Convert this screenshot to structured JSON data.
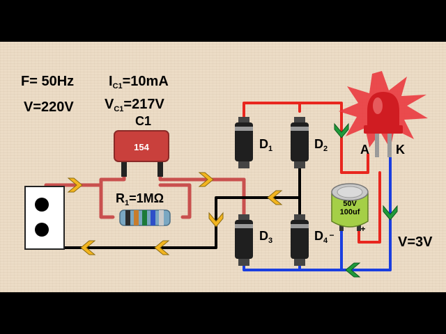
{
  "params": {
    "frequency": "F= 50Hz",
    "voltage_in": "V=220V",
    "ic1_prefix": "I",
    "ic1_sub": "C1",
    "ic1_value": "=10mA",
    "vc1_prefix": "V",
    "vc1_sub": "C1",
    "vc1_value": "=217V"
  },
  "capacitor": {
    "ref": "C1",
    "code": "154",
    "color": "#c9403c"
  },
  "resistor": {
    "ref_prefix": "R",
    "ref_sub": "1",
    "value": "=1MΩ"
  },
  "diodes": [
    {
      "ref": "D",
      "sub": "1"
    },
    {
      "ref": "D",
      "sub": "2"
    },
    {
      "ref": "D",
      "sub": "3"
    },
    {
      "ref": "D",
      "sub": "4"
    }
  ],
  "electrolytic": {
    "voltage": "50V",
    "capacitance": "100uf",
    "plus": "+",
    "minus": "−",
    "color": "#a5cf47"
  },
  "led": {
    "anode": "A",
    "cathode": "K",
    "color": "#e0242b"
  },
  "output_voltage": "V=3V",
  "colors": {
    "ac_wire": "#c9504e",
    "dc_positive": "#e8261e",
    "dc_negative": "#1a3ee0",
    "ground_wire": "#000000",
    "arrow_ac": "#f3b51f",
    "arrow_dc": "#1f9a3a"
  }
}
